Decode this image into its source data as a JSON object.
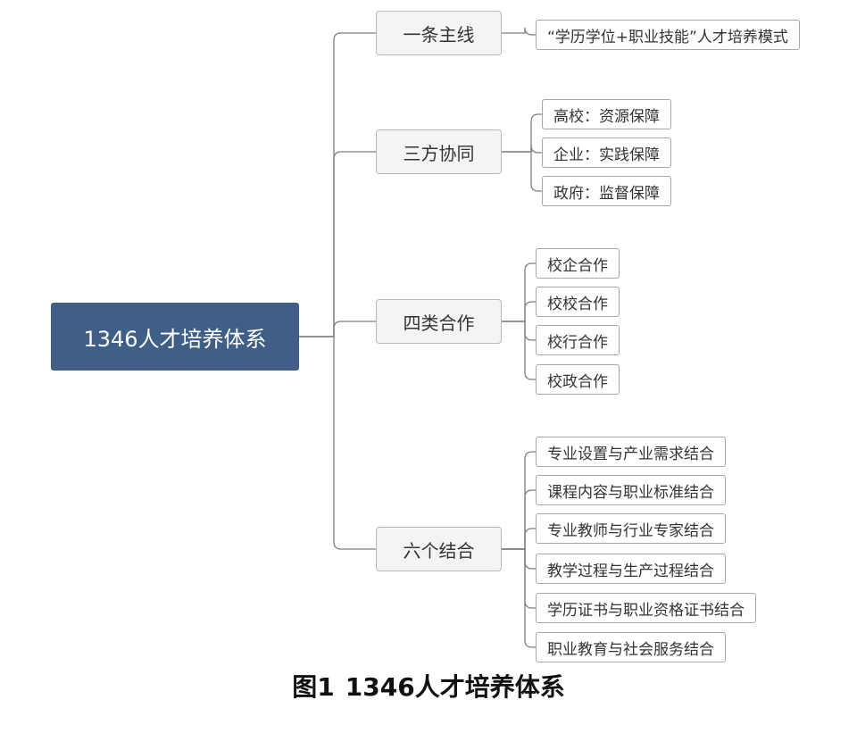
{
  "root": {
    "label": "1346人才培养体系"
  },
  "branches": [
    {
      "label": "一条主线",
      "children": [
        "“学历学位+职业技能”人才培养模式"
      ]
    },
    {
      "label": "三方协同",
      "children": [
        "高校：资源保障",
        "企业：实践保障",
        "政府：监督保障"
      ]
    },
    {
      "label": "四类合作",
      "children": [
        "校企合作",
        "校校合作",
        "校行合作",
        "校政合作"
      ]
    },
    {
      "label": "六个结合",
      "children": [
        "专业设置与产业需求结合",
        "课程内容与职业标准结合",
        "专业教师与行业专家结合",
        "教学过程与生产过程结合",
        "学历证书与职业资格证书结合",
        "职业教育与社会服务结合"
      ]
    }
  ],
  "caption": {
    "figure": "图1",
    "title": "1346人才培养体系"
  },
  "colors": {
    "root_fill": "#405f86",
    "node_fill": "#f4f4f4",
    "line": "#7f7f7f"
  }
}
